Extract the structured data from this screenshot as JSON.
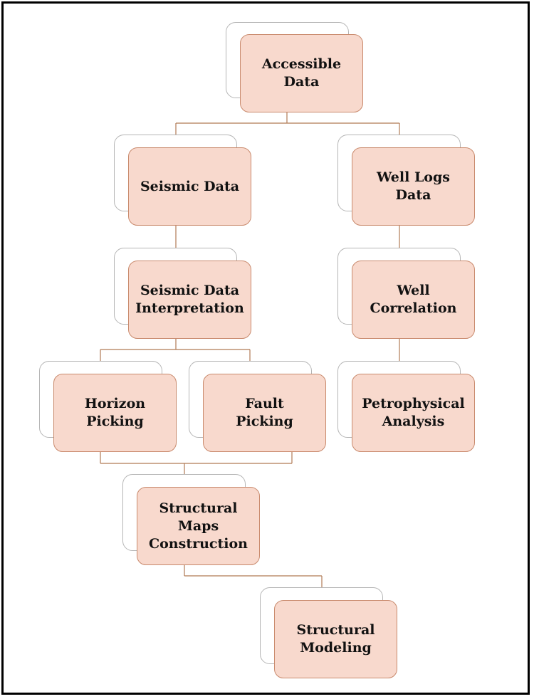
{
  "nodes": {
    "accessible_data": "Accessible\nData",
    "seismic_data": "Seismic Data",
    "well_logs_data": "Well Logs\nData",
    "seismic_interpretation": "Seismic Data\nInterpretation",
    "well_correlation": "Well\nCorrelation",
    "horizon_picking": "Horizon\nPicking",
    "fault_picking": "Fault\nPicking",
    "petrophysical_analysis": "Petrophysical\nAnalysis",
    "structural_maps": "Structural\nMaps\nConstruction",
    "structural_modeling": "Structural\nModeling"
  },
  "colors": {
    "box_fill": "#f8d9cd",
    "box_border": "#c98a6d",
    "connector": "#b07a55",
    "shadow_border": "#b5b5b5"
  }
}
